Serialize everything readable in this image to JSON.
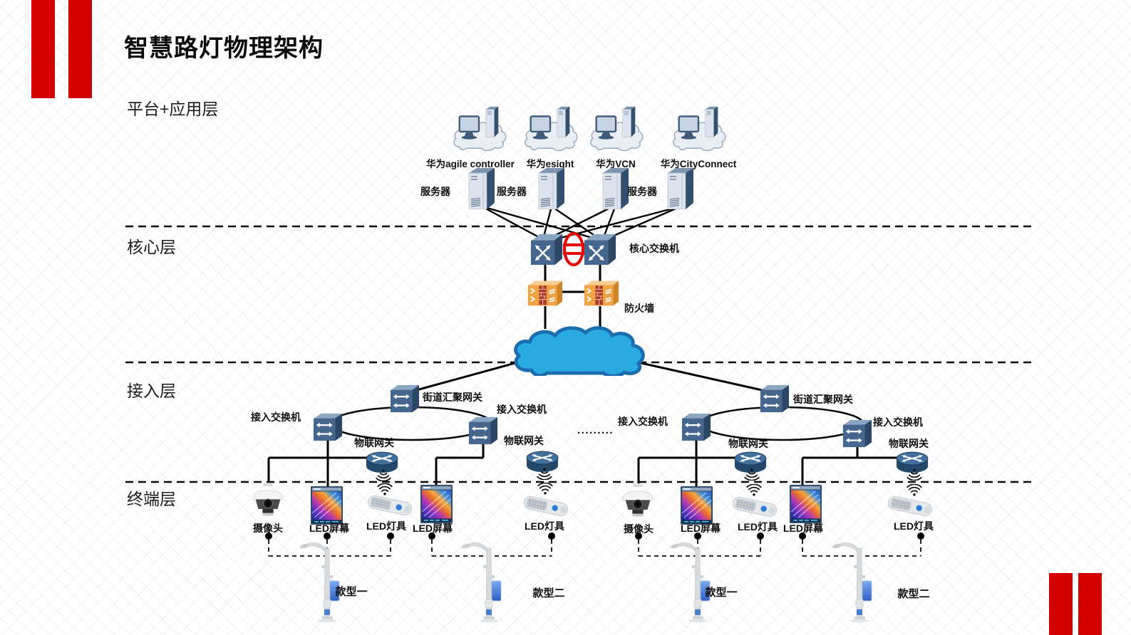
{
  "page": {
    "title": "智慧路灯物理架构"
  },
  "layer_labels": {
    "platform": "平台+应用层",
    "core": "核心层",
    "access": "接入层",
    "terminal": "终端层"
  },
  "platform": {
    "apps": [
      "华为agile controller",
      "华为esight",
      "华为VCN",
      "华为CityConnect"
    ],
    "server_label": "服务器"
  },
  "core": {
    "core_switch_label": "核心交换机",
    "firewall_label": "防火墙"
  },
  "access": {
    "street_gateway_label": "街道汇聚网关",
    "access_switch_label": "接入交换机",
    "iot_gateway_label": "物联网关",
    "ellipsis": "........."
  },
  "terminal": {
    "camera_label": "摄像头",
    "led_screen_label": "LED屏幕",
    "led_lamp_label": "LED灯具"
  },
  "poles": {
    "model_one": "款型一",
    "model_two": "款型二"
  },
  "icons": {
    "pc_on_cloud": "pc-on-cloud-icon",
    "server_tower": "server-tower-icon",
    "core_switch": "core-switch-icon",
    "firewall": "firewall-icon",
    "network_cloud": "network-cloud-icon",
    "street_gateway_switch": "switch-icon",
    "access_switch": "switch-icon",
    "iot_gateway": "router-puck-icon",
    "wifi": "wifi-signal-icon",
    "camera": "dome-camera-icon",
    "led_screen": "led-screen-icon",
    "led_lamp": "led-lamp-icon",
    "pole": "street-pole-icon"
  },
  "colors": {
    "accent_red": "#d40000",
    "cluster_link_red": "#e60000",
    "switch_blue": "#45678e",
    "firewall_orange": "#f2a444",
    "cloud_blue": "#29abe2",
    "line_black": "#000000"
  }
}
